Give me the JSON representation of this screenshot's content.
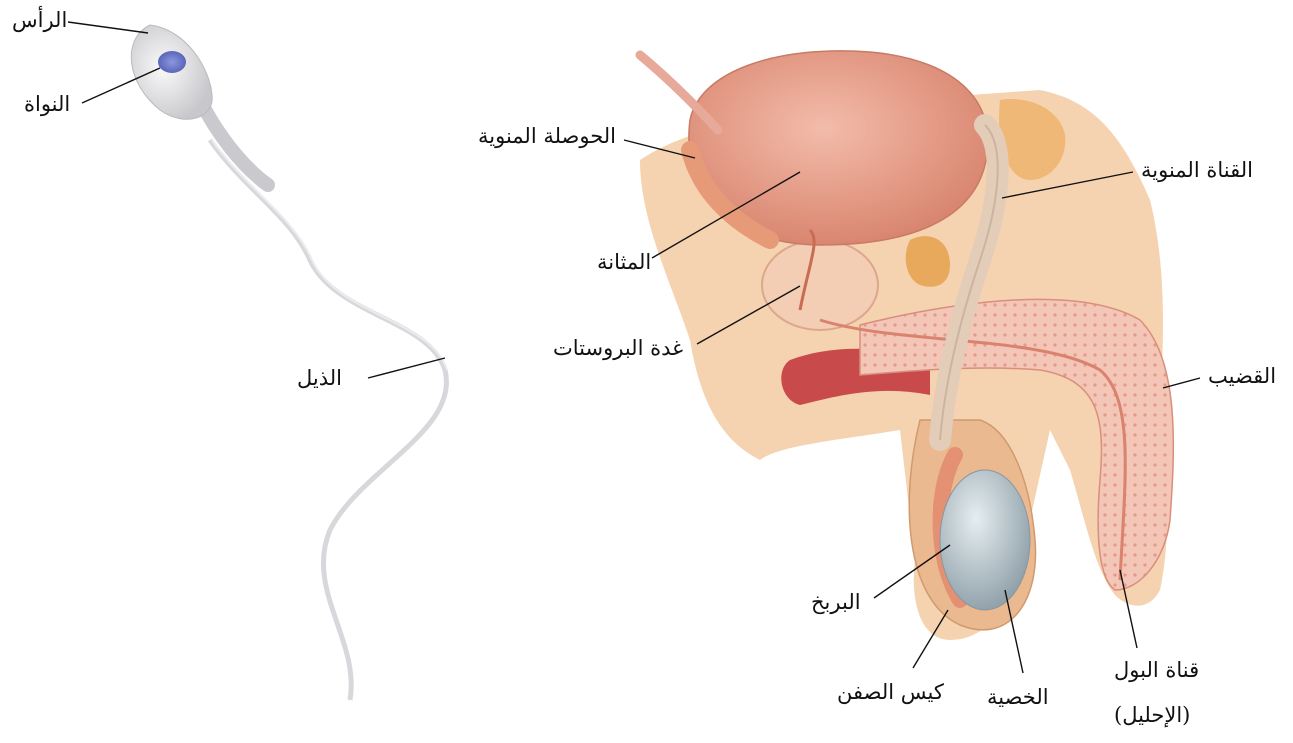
{
  "sperm": {
    "labels": {
      "head": "الرأس",
      "nucleus": "النواة",
      "tail": "الذيل"
    }
  },
  "reproductive_system": {
    "labels": {
      "seminal_vesicle": "الحوصلة المنوية",
      "bladder": "المثانة",
      "prostate": "غدة البروستات",
      "vas_deferens": "القناة المنوية",
      "penis": "القضيب",
      "epididymis": "البربخ",
      "scrotum": "كيس الصفن",
      "testis": "الخصية",
      "urethra_line1": "قناة البول",
      "urethra_line2": "(الإحليل)"
    }
  },
  "colors": {
    "skin": "#f6d3b0",
    "bladder": "#e9a48f",
    "testis": "#b9c6cc",
    "corpus": "#f2c2b4",
    "nucleus": "#6a76c8"
  }
}
